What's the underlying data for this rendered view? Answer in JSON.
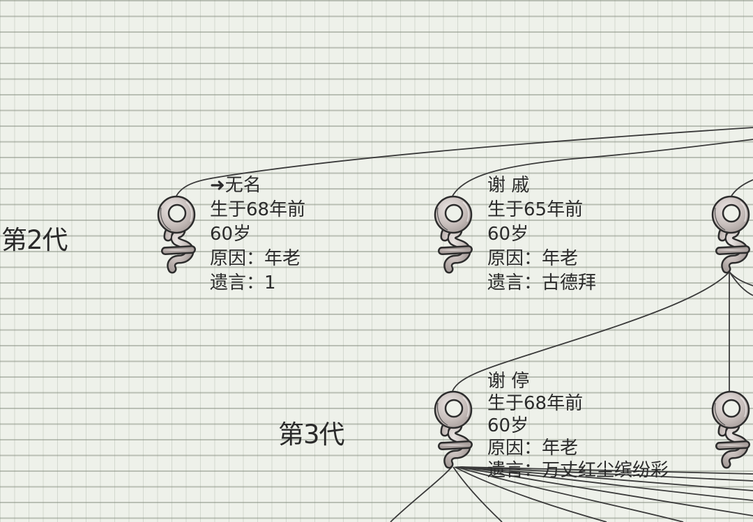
{
  "generations": [
    {
      "label": "第2代"
    },
    {
      "label": "第3代"
    }
  ],
  "persons": [
    {
      "name": "➜无名",
      "born": "生于68年前",
      "age": "60岁",
      "cause": "原因：年老",
      "last_words": "遗言：1"
    },
    {
      "name": "谢 戚",
      "born": "生于65年前",
      "age": "60岁",
      "cause": "原因：年老",
      "last_words": "遗言：古德拜"
    },
    {
      "name": "谢 停",
      "born": "生于68年前",
      "age": "60岁",
      "cause": "原因：年老",
      "last_words": "遗言：万丈红尘缤纷彩"
    }
  ],
  "icons": {
    "person_symbol": "female-symbol-icon"
  },
  "colors": {
    "grid_background": "#eef1ea",
    "symbol_fill": "#c9c0bd",
    "line": "#3a3a3a"
  }
}
